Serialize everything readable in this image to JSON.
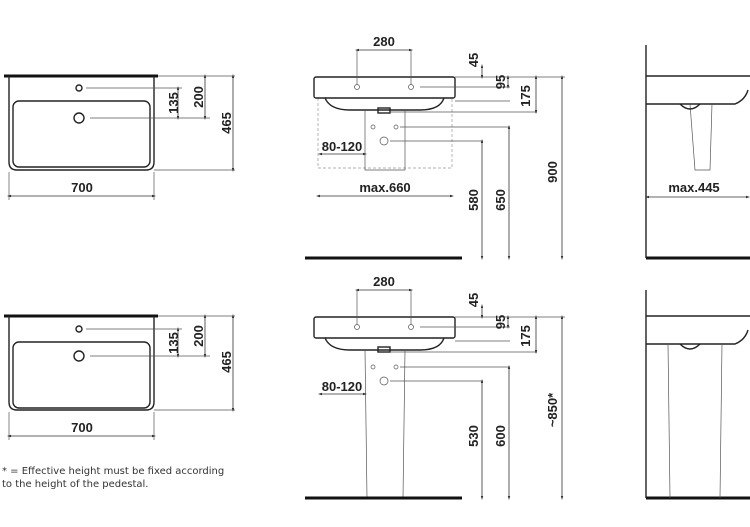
{
  "top_row": {
    "plan": {
      "depth_overflow": "135",
      "depth_tap": "200",
      "depth_total": "465",
      "width": "700"
    },
    "front": {
      "tap_spacing": "280",
      "d45": "45",
      "d95": "95",
      "d175": "175",
      "total_height": "900",
      "h580": "580",
      "h650": "650",
      "pedestal_range": "80-120",
      "max_width": "max.660"
    },
    "side": {
      "max_depth": "max.445"
    }
  },
  "bottom_row": {
    "plan": {
      "depth_overflow": "135",
      "depth_tap": "200",
      "depth_total": "465",
      "width": "700"
    },
    "front": {
      "tap_spacing": "280",
      "d45": "45",
      "d95": "95",
      "d175": "175",
      "total_height": "~850*",
      "h530": "530",
      "h600": "600",
      "pedestal_range": "80-120"
    }
  },
  "footnote": {
    "line1": "* = Effective height must be fixed according",
    "line2": "to the height of the pedestal."
  }
}
